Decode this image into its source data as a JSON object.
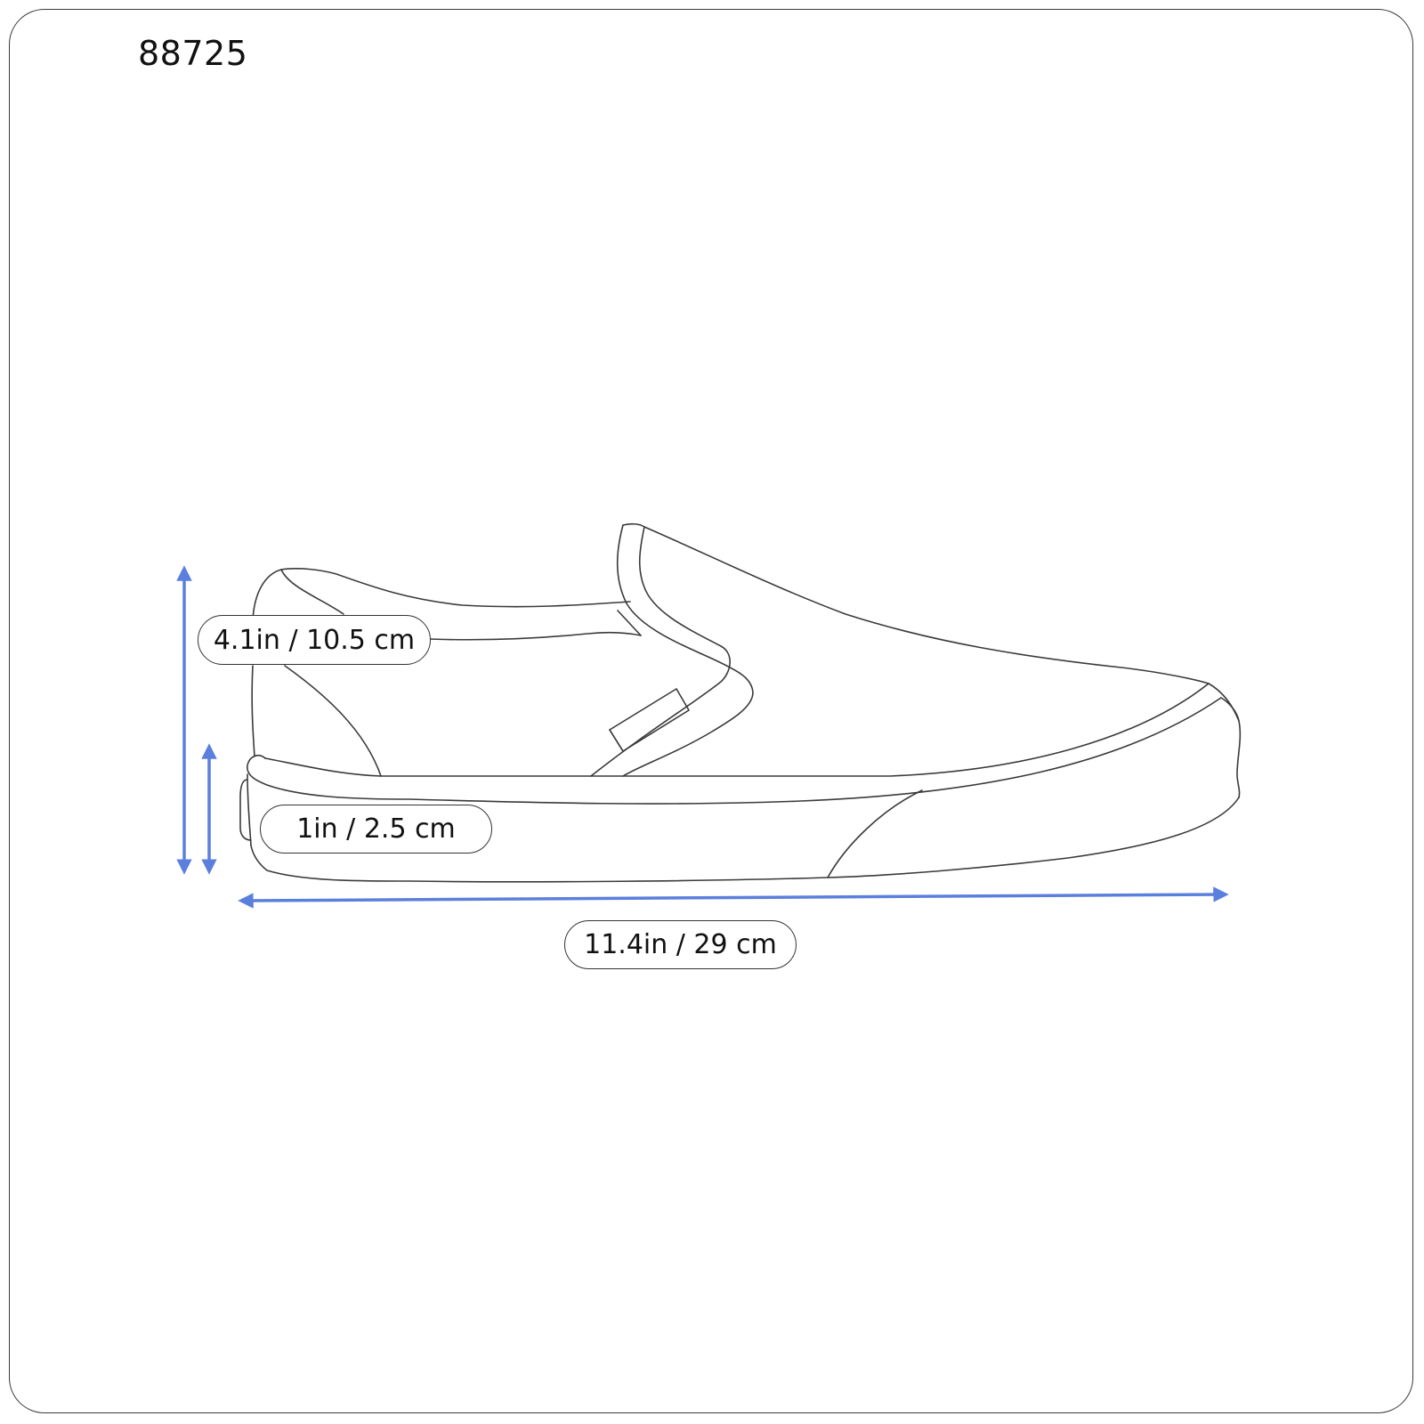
{
  "product": {
    "id": "88725",
    "type_icon": "slip-on-shoe-outline"
  },
  "dimensions": {
    "height": {
      "label": "4.1in / 10.5 cm",
      "inches": 4.1,
      "cm": 10.5
    },
    "sole_height": {
      "label": "1in / 2.5 cm",
      "inches": 1,
      "cm": 2.5
    },
    "length": {
      "label": "11.4in / 29 cm",
      "inches": 11.4,
      "cm": 29
    }
  },
  "colors": {
    "arrow": "#5b7fdc",
    "outline": "#3a3a3a",
    "text": "#111111",
    "background": "#ffffff"
  }
}
